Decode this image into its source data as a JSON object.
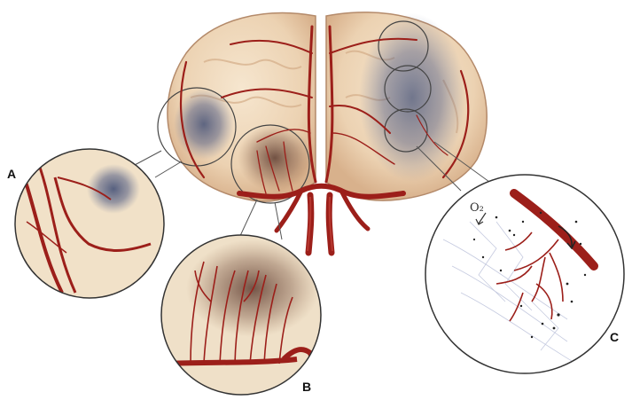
{
  "labels": {
    "panel_a": "A",
    "panel_b": "B",
    "panel_c": "C",
    "oxygen": "O₂"
  },
  "colors": {
    "background": "#ffffff",
    "brain_tissue": "#efd9bd",
    "brain_shadow": "#d9b48f",
    "artery": "#9c1f1a",
    "artery_highlight": "#c8473d",
    "ischemic_blue": "#3c4a73",
    "lesion_brown": "#6b4a3a",
    "outline": "#555555"
  }
}
